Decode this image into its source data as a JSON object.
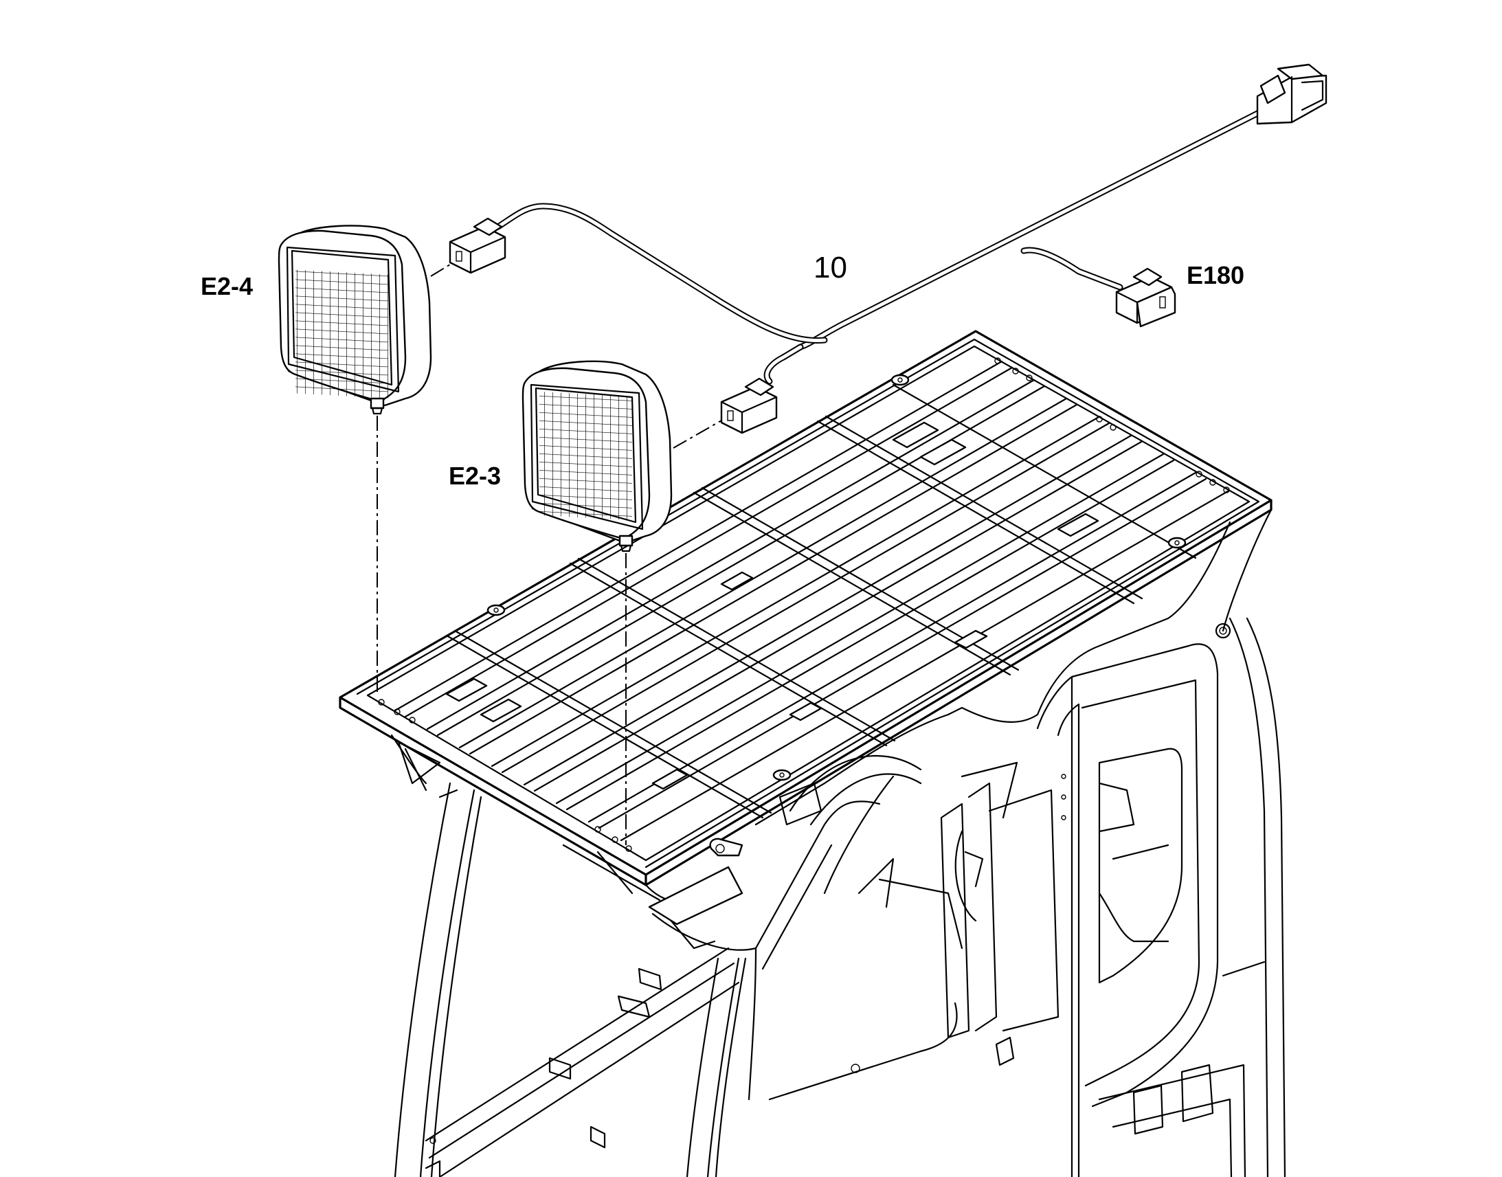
{
  "labels": {
    "e2_4": "E2-4",
    "e2_3": "E2-3",
    "harness": "10",
    "e180": "E180"
  },
  "colors": {
    "line": "#000000",
    "background": "#ffffff"
  },
  "icons": {
    "work_lamp": "work-lamp-icon",
    "connector": "connector-plug-icon"
  }
}
